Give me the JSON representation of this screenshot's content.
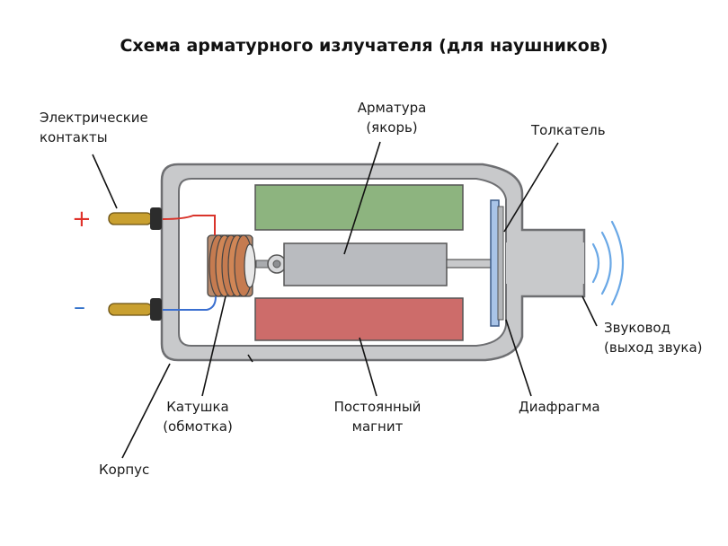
{
  "title": "Схема арматурного излучателя (для наушников)",
  "labels": {
    "contacts": [
      "Электрические",
      "контакты"
    ],
    "armature": [
      "Арматура",
      "(якорь)"
    ],
    "pusher": "Толкатель",
    "sound_tube": [
      "Звуковод",
      "(выход звука)"
    ],
    "coil": [
      "Катушка",
      "(обмотка)"
    ],
    "magnet": [
      "Постоянный",
      "магнит"
    ],
    "diaphragm": "Диафрагма",
    "housing": "Корпус",
    "plus": "+",
    "minus": "–"
  },
  "colors": {
    "housing": "#c8c9cb",
    "housing_stroke": "#6e6f72",
    "magnet_top": "#8db47f",
    "magnet_bottom": "#cd6c6a",
    "armature": "#b9bbbf",
    "coil": "#c57b50",
    "plus": "#e0322b",
    "minus": "#2f6fc9",
    "wire_red": "#d9342b",
    "wire_blue": "#3a6fd0",
    "sound_waves": "#6aa8e6",
    "diaphragm": "#a9c4e8",
    "pins": "#c9a030"
  }
}
